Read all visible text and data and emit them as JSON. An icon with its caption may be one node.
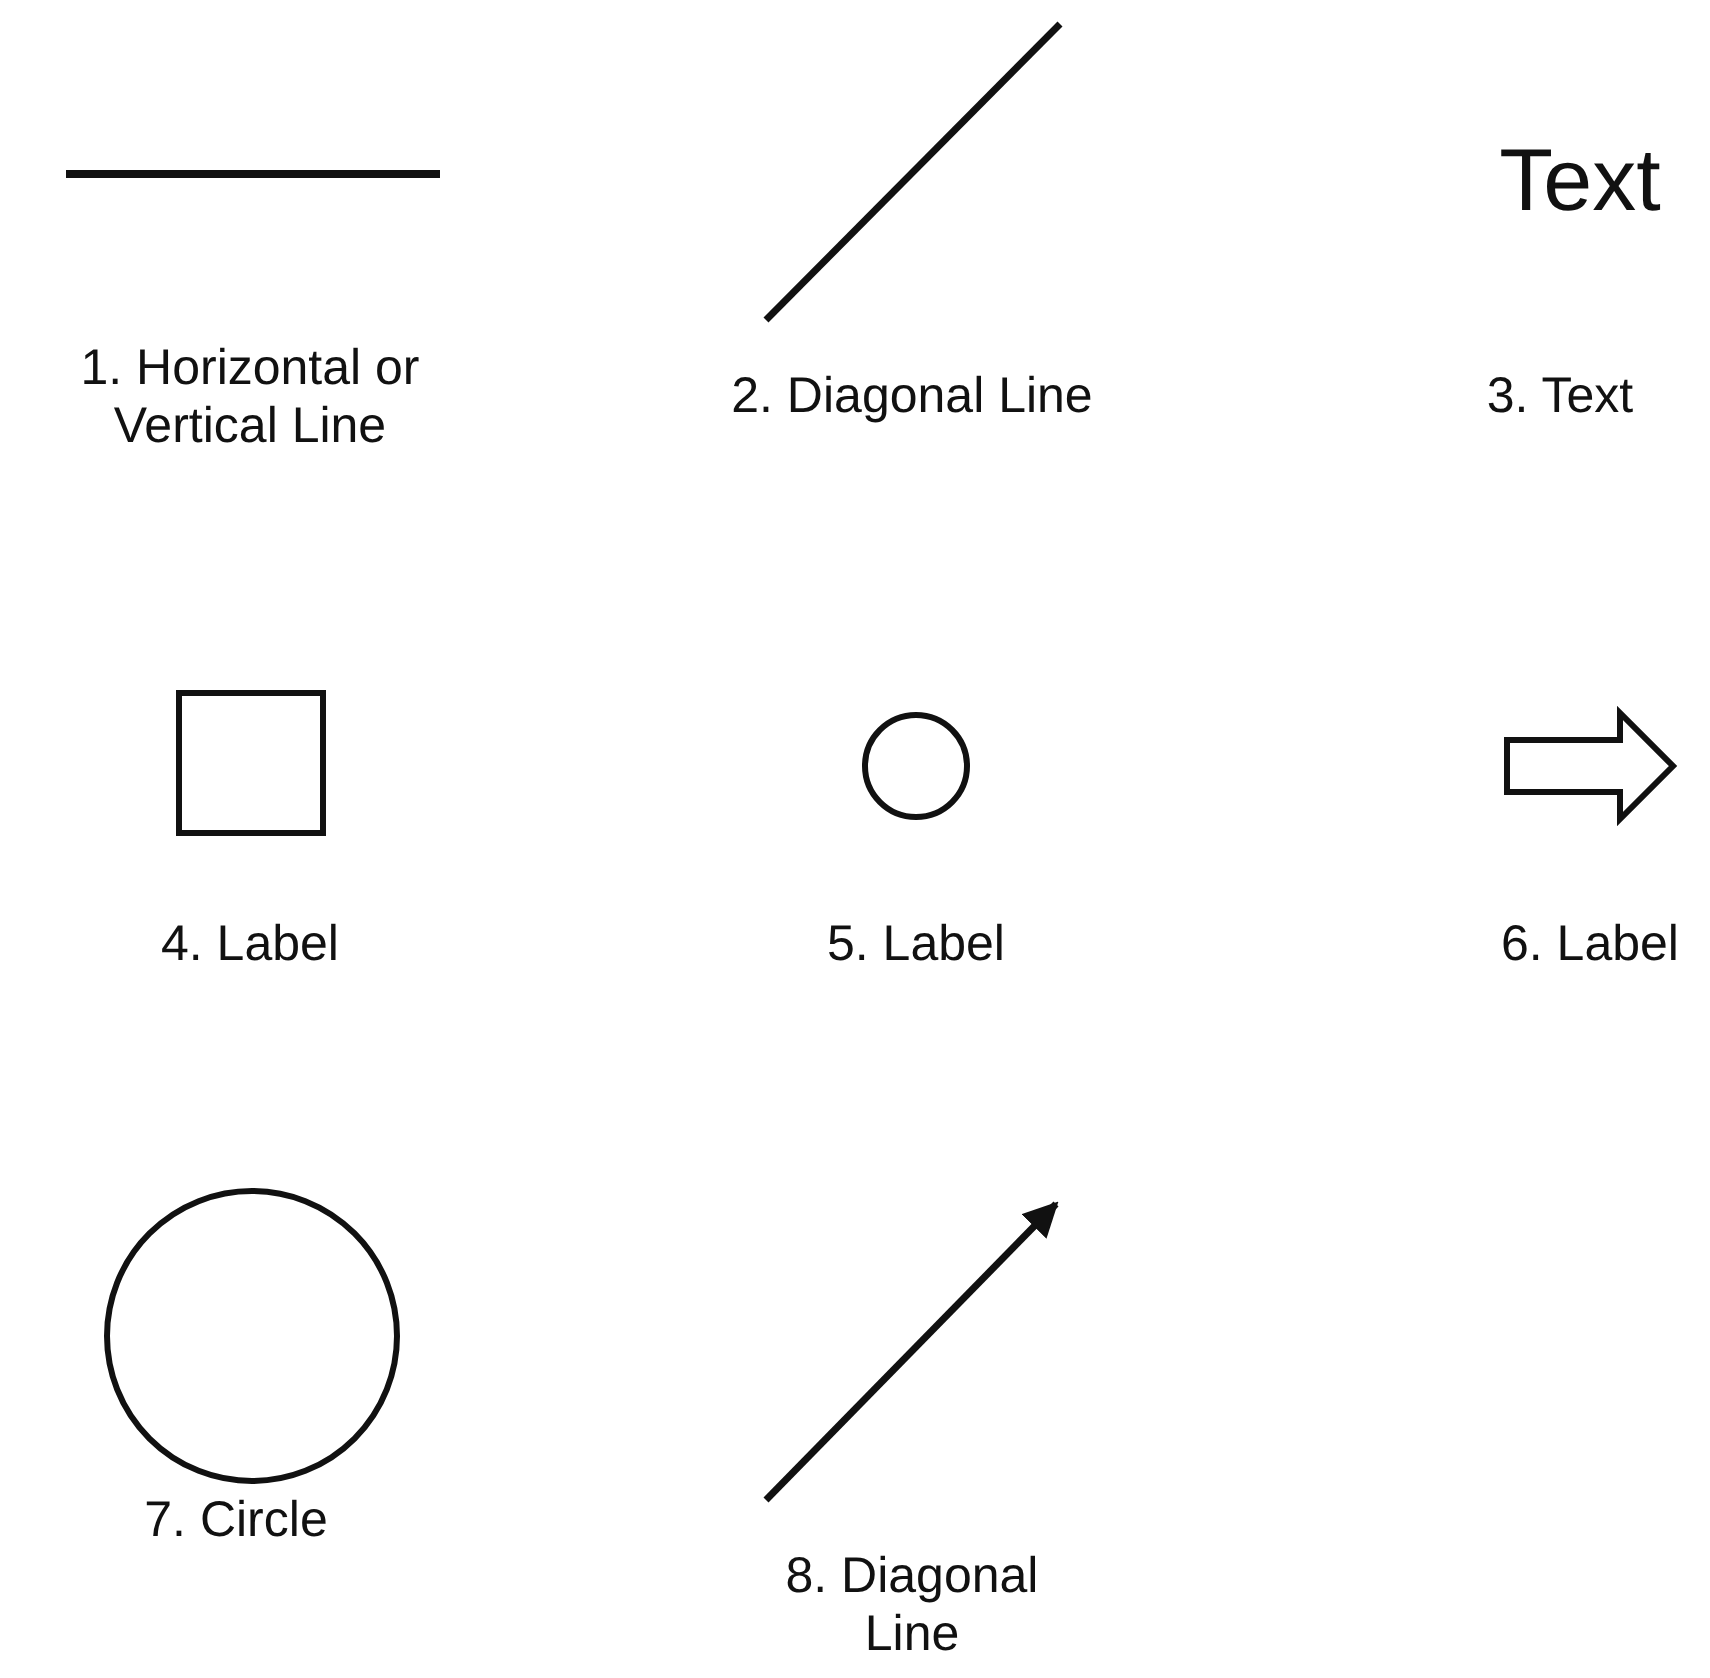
{
  "diagram": {
    "nodes": [
      {
        "text": [],
        "shape": "box",
        "beside": [
          "4. Label"
        ]
      },
      {
        "text": [],
        "shape": "circle",
        "beside": [
          "5. Label"
        ]
      },
      {
        "text": [],
        "shape": "arrow",
        "beside": [
          "6. Label"
        ]
      },
      {
        "text": [],
        "shape": "circle",
        "beside": [
          "7. Circle"
        ]
      }
    ],
    "labels": [
      "Text",
      "1. Horizontal or Vertical Line",
      "2. Diagonal Line",
      "3. Text",
      "8. Diagonal Line"
    ]
  }
}
